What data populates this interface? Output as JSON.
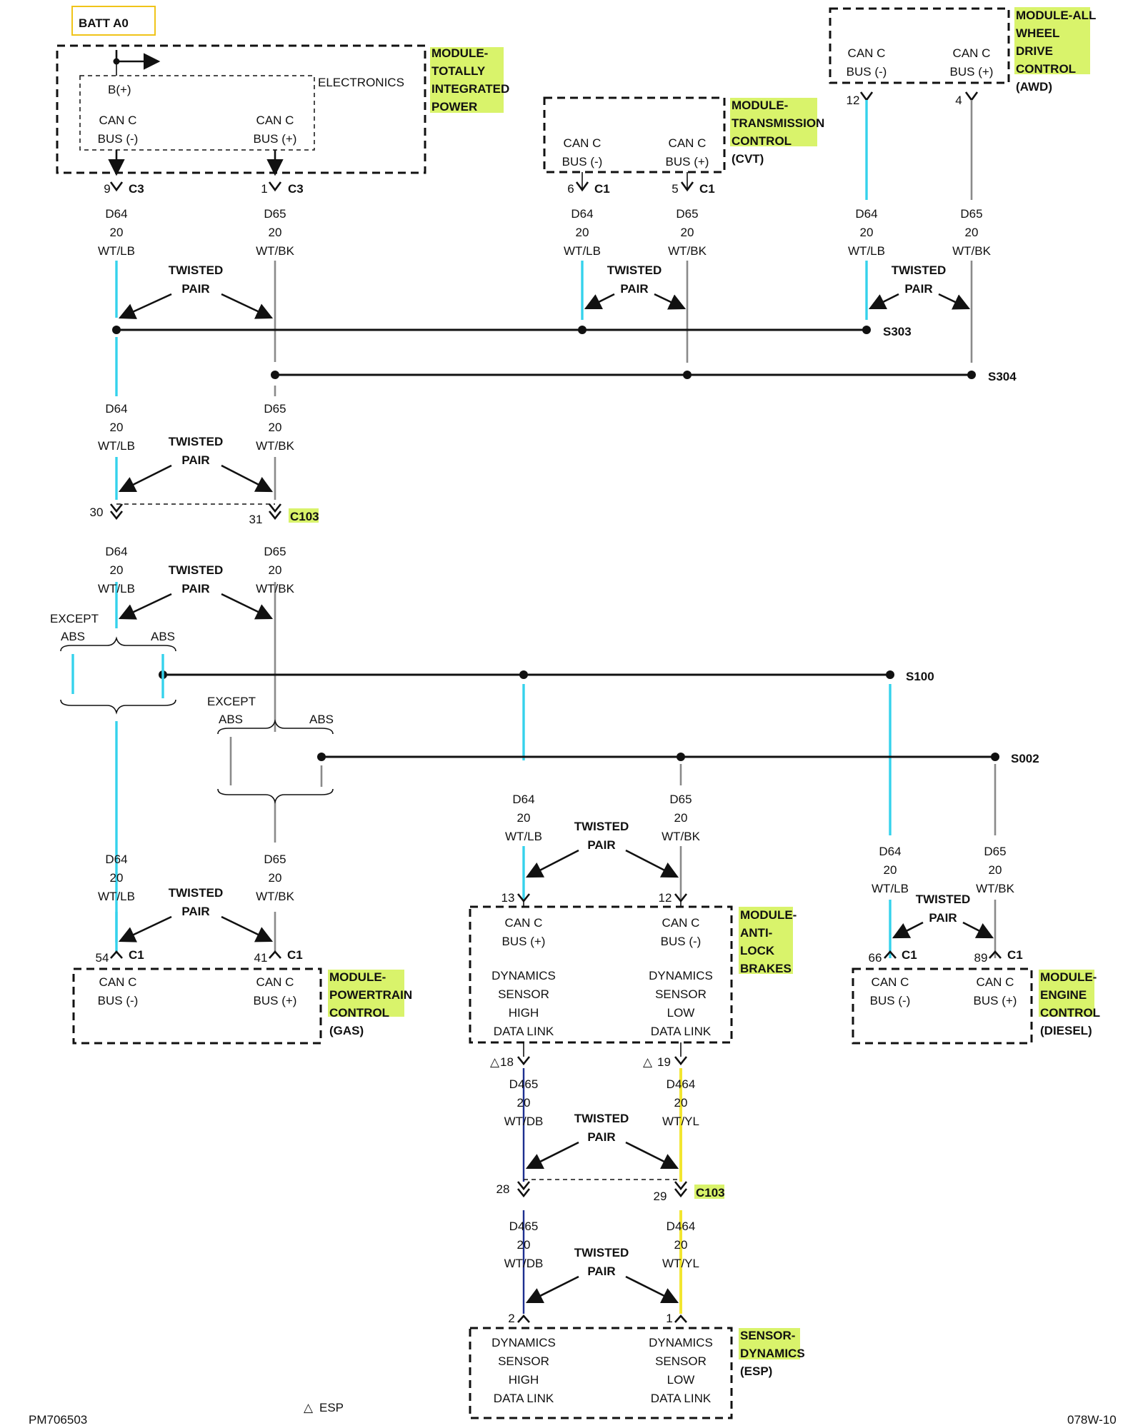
{
  "colors": {
    "can_low_wire": "#35d2ec",
    "can_high_wire": "#8a8a8a",
    "wt_yl_wire": "#f2e630",
    "wt_db_wire": "#1d2f8f",
    "module_highlight": "#d9f36b",
    "batt_box": "#f0c419"
  },
  "batt": {
    "label": "BATT A0"
  },
  "modules": {
    "tipm": {
      "lines": [
        "MODULE-",
        "TOTALLY",
        "INTEGRATED",
        "POWER"
      ],
      "sub": "ELECTRONICS",
      "bplus": "B(+)",
      "pin_left": [
        "CAN C",
        "BUS (-)"
      ],
      "pin_right": [
        "CAN C",
        "BUS (+)"
      ]
    },
    "tcm": {
      "lines": [
        "MODULE-",
        "TRANSMISSION",
        "CONTROL"
      ],
      "note": "(CVT)",
      "pin_left": [
        "CAN C",
        "BUS (-)"
      ],
      "pin_right": [
        "CAN C",
        "BUS (+)"
      ]
    },
    "awd": {
      "lines": [
        "MODULE-ALL",
        "WHEEL",
        "DRIVE",
        "CONTROL"
      ],
      "note": "(AWD)",
      "pin_left": [
        "CAN C",
        "BUS (-)"
      ],
      "pin_right": [
        "CAN C",
        "BUS (+)"
      ]
    },
    "pcm": {
      "lines": [
        "MODULE-",
        "POWERTRAIN",
        "CONTROL"
      ],
      "note": "(GAS)",
      "pin_left": [
        "CAN C",
        "BUS (-)"
      ],
      "pin_right": [
        "CAN C",
        "BUS (+)"
      ]
    },
    "abs": {
      "lines": [
        "MODULE-",
        "ANTI-",
        "LOCK",
        "BRAKES"
      ],
      "pin_left": [
        "CAN C",
        "BUS (+)"
      ],
      "pin_right": [
        "CAN C",
        "BUS (-)"
      ],
      "sub_left": [
        "DYNAMICS",
        "SENSOR",
        "HIGH",
        "DATA LINK"
      ],
      "sub_right": [
        "DYNAMICS",
        "SENSOR",
        "LOW",
        "DATA LINK"
      ]
    },
    "ecm": {
      "lines": [
        "MODULE-",
        "ENGINE",
        "CONTROL"
      ],
      "note": "(DIESEL)",
      "pin_left": [
        "CAN C",
        "BUS (-)"
      ],
      "pin_right": [
        "CAN C",
        "BUS (+)"
      ]
    },
    "esp": {
      "lines": [
        "SENSOR-",
        "DYNAMICS"
      ],
      "note": "(ESP)",
      "sub_left": [
        "DYNAMICS",
        "SENSOR",
        "HIGH",
        "DATA LINK"
      ],
      "sub_right": [
        "DYNAMICS",
        "SENSOR",
        "LOW",
        "DATA LINK"
      ]
    }
  },
  "wires": {
    "d64": [
      "D64",
      "20",
      "WT/LB"
    ],
    "d65": [
      "D65",
      "20",
      "WT/BK"
    ],
    "d465": [
      "D465",
      "20",
      "WT/DB"
    ],
    "d464": [
      "D464",
      "20",
      "WT/YL"
    ]
  },
  "twisted_pair": [
    "TWISTED",
    "PAIR"
  ],
  "connectors": {
    "tipm_l": {
      "pin": "9",
      "name": "C3"
    },
    "tipm_r": {
      "pin": "1",
      "name": "C3"
    },
    "tcm_l": {
      "pin": "6",
      "name": "C1"
    },
    "tcm_r": {
      "pin": "5",
      "name": "C1"
    },
    "awd_l": {
      "pin": "12"
    },
    "awd_r": {
      "pin": "4"
    },
    "c103_top": {
      "pin_l": "30",
      "pin_r": "31",
      "name": "C103"
    },
    "pcm_l": {
      "pin": "54",
      "name": "C1"
    },
    "pcm_r": {
      "pin": "41",
      "name": "C1"
    },
    "abs_l": {
      "pin": "13"
    },
    "abs_r": {
      "pin": "12"
    },
    "ecm_l": {
      "pin": "66",
      "name": "C1"
    },
    "ecm_r": {
      "pin": "89",
      "name": "C1"
    },
    "abs_out_l": {
      "pin": "18"
    },
    "abs_out_r": {
      "pin": "19"
    },
    "c103_bot": {
      "pin_l": "28",
      "pin_r": "29",
      "name": "C103"
    },
    "esp_l": {
      "pin": "2"
    },
    "esp_r": {
      "pin": "1"
    }
  },
  "splices": {
    "s303": "S303",
    "s304": "S304",
    "s100": "S100",
    "s002": "S002"
  },
  "except": {
    "label": "EXCEPT",
    "left": "ABS",
    "right": "ABS"
  },
  "legend": {
    "triangle": "△",
    "text": "ESP"
  },
  "footer": {
    "left": "PM706503",
    "right": "078W-10"
  }
}
